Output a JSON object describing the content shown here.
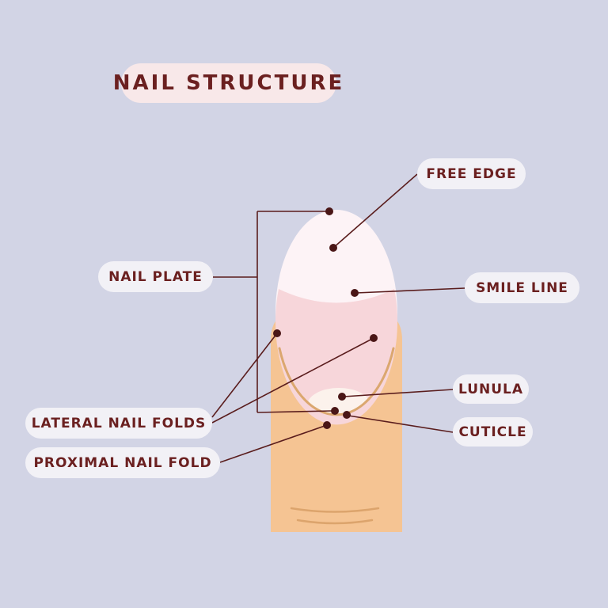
{
  "title": "NAIL STRUCTURE",
  "labels": {
    "free_edge": "FREE EDGE",
    "nail_plate": "NAIL PLATE",
    "smile_line": "SMILE LINE",
    "lunula": "LUNULA",
    "cuticle": "CUTICLE",
    "lateral_nail_folds": "LATERAL NAIL FOLDS",
    "proximal_nail_fold": "PROXIMAL NAIL FOLD"
  },
  "colors": {
    "background": "#d2d4e5",
    "title_pill": "#f8e8e9",
    "label_pill": "#f2f1f6",
    "text": "#6b2020",
    "leader_line": "#5a1d1d",
    "marker_dot": "#4a1616",
    "finger_skin": "#f5c493",
    "knuckle_crease": "#dca46c",
    "nail_free_edge": "#fdf3f6",
    "nail_plate": "#f7d6da",
    "lunula_fill": "#fcf2ec",
    "cuticle_line": "#dba76f"
  }
}
